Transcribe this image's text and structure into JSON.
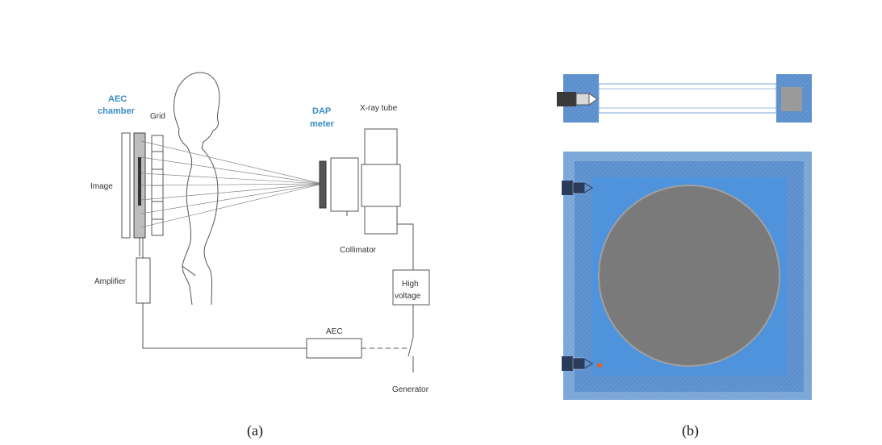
{
  "panel_a": {
    "caption": "(a)",
    "labels": {
      "aec_chamber_line1": "AEC",
      "aec_chamber_line2": "chamber",
      "grid": "Grid",
      "dap_line1": "DAP",
      "dap_line2": "meter",
      "xray_tube": "X-ray tube",
      "image": "Image",
      "collimator": "Collimator",
      "amplifier": "Amplifier",
      "high_voltage_line1": "High",
      "high_voltage_line2": "voltage",
      "aec": "AEC",
      "generator": "Generator"
    },
    "colors": {
      "accent_label": "#3a8cc4",
      "line": "#555555"
    }
  },
  "panel_b": {
    "caption": "(b)",
    "colors": {
      "frame": "#5b8fcd",
      "frame_dark": "#4a7ab8",
      "inner_blue": "#4f93dc",
      "disc": "#7a7a7a",
      "disc_edge": "#a0a0a0",
      "marker": "#e8601c"
    }
  }
}
